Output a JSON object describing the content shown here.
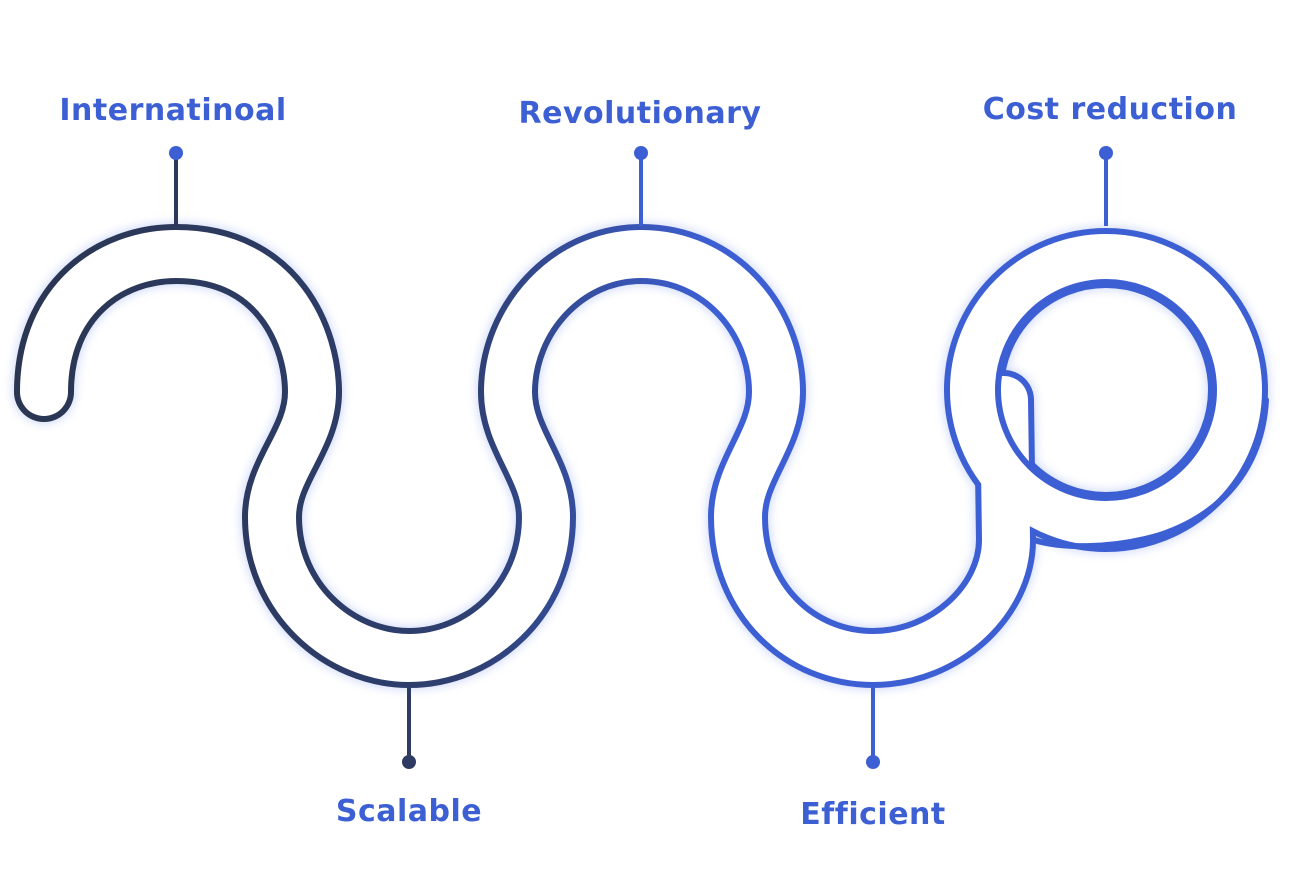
{
  "colors": {
    "start": "#2a3550",
    "end": "#3d5fd4",
    "label": "#3d5fd4"
  },
  "milestones": [
    {
      "id": "internatinoal",
      "label": "Internatinoal",
      "position": "top"
    },
    {
      "id": "revolutionary",
      "label": "Revolutionary",
      "position": "top"
    },
    {
      "id": "cost-reduction",
      "label": "Cost reduction",
      "position": "top"
    },
    {
      "id": "scalable",
      "label": "Scalable",
      "position": "bottom"
    },
    {
      "id": "efficient",
      "label": "Efficient",
      "position": "bottom"
    }
  ]
}
